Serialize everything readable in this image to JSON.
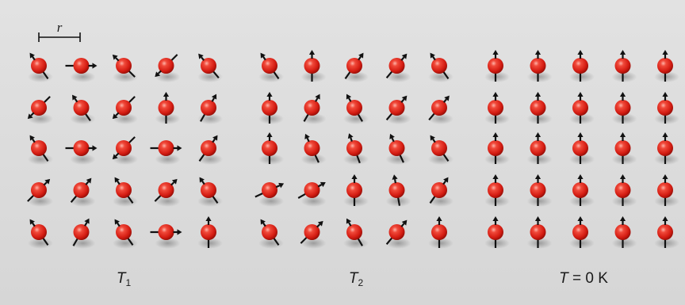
{
  "figure": {
    "background_color": "#dddddd",
    "sphere_color": "#e0231c",
    "arrow_color": "#111111",
    "scale_bar": {
      "label": "r"
    },
    "panels": [
      {
        "id": "T1",
        "label_main": "T",
        "label_sub": "1",
        "label_rest": "",
        "spin_angles_deg": [
          [
            -35,
            90,
            -45,
            -135,
            -40
          ],
          [
            -135,
            -35,
            -135,
            0,
            30
          ],
          [
            -35,
            90,
            -135,
            90,
            35
          ],
          [
            45,
            40,
            -35,
            45,
            -35
          ],
          [
            -35,
            30,
            -35,
            90,
            0
          ]
        ]
      },
      {
        "id": "T2",
        "label_main": "T",
        "label_sub": "2",
        "label_rest": "",
        "spin_angles_deg": [
          [
            -35,
            0,
            35,
            40,
            -35
          ],
          [
            0,
            30,
            -30,
            40,
            40
          ],
          [
            0,
            -25,
            -20,
            -25,
            -35
          ],
          [
            65,
            60,
            0,
            -10,
            35
          ],
          [
            -35,
            45,
            -30,
            40,
            0
          ]
        ]
      },
      {
        "id": "T0",
        "label_main": "T",
        "label_sub": "",
        "label_rest": " = 0 K",
        "spin_angles_deg": [
          [
            0,
            0,
            0,
            0,
            0
          ],
          [
            0,
            0,
            0,
            0,
            0
          ],
          [
            0,
            0,
            0,
            0,
            0
          ],
          [
            0,
            0,
            0,
            0,
            0
          ],
          [
            0,
            0,
            0,
            0,
            0
          ]
        ]
      }
    ]
  }
}
